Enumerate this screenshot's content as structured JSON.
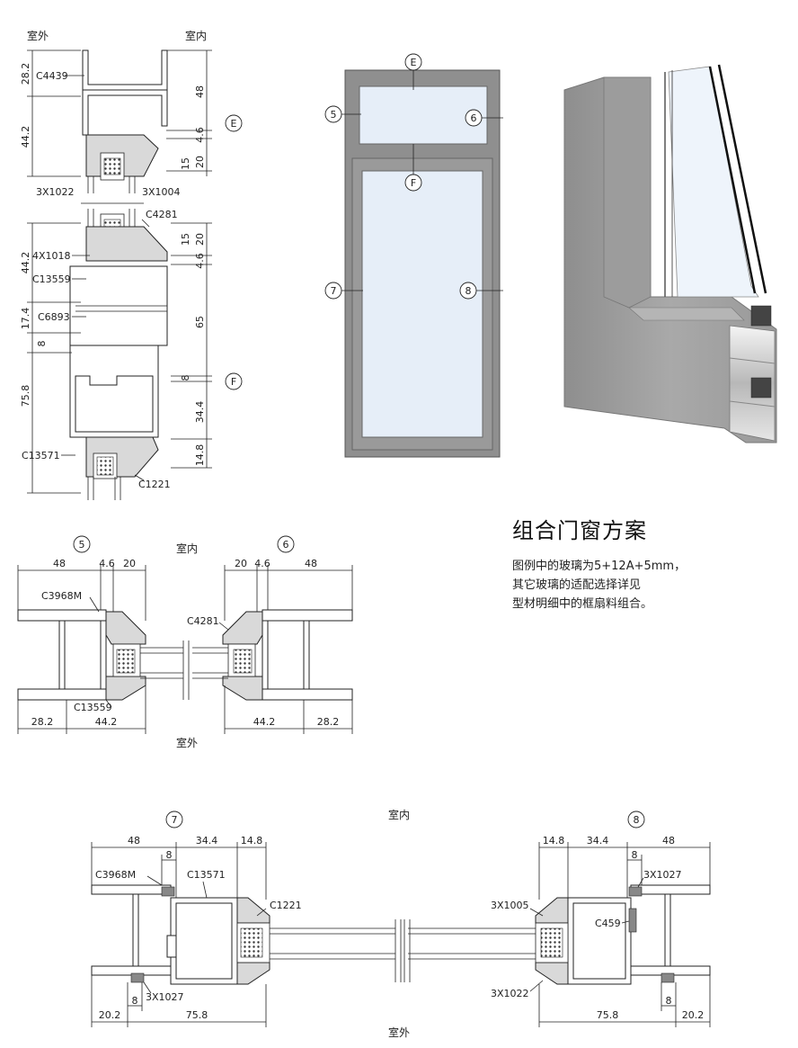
{
  "scheme": {
    "title": "组合门窗方案",
    "desc_lines": [
      "图例中的玻璃为5+12A+5mm，",
      "其它玻璃的适配选择详见",
      "型材明细中的框扇料组合。"
    ]
  },
  "common": {
    "outdoor": "室外",
    "indoor": "室内"
  },
  "vertical_section": {
    "top_dims": [
      "28.2",
      "44.2"
    ],
    "right_top_dims": [
      "48",
      "4.6",
      "20",
      "15"
    ],
    "left_mid_dims": [
      "44.2",
      "17.4",
      "8",
      "75.8"
    ],
    "right_mid_dims": [
      "15",
      "20",
      "4.6",
      "65",
      "8",
      "34.4",
      "14.8"
    ],
    "parts": {
      "c4439": "C4439",
      "x1022": "3X1022",
      "x1004": "3X1004",
      "c4281": "C4281",
      "x1018": "4X1018",
      "c13559": "C13559",
      "c6893": "C6893",
      "c13571": "C13571",
      "c1221": "C1221"
    },
    "markers": [
      "E",
      "F"
    ]
  },
  "elevation": {
    "markers": [
      "E",
      "5",
      "6",
      "F",
      "7",
      "8"
    ]
  },
  "section_56": {
    "markers": [
      "5",
      "6"
    ],
    "top_dims_left": [
      "48",
      "4.6",
      "20"
    ],
    "top_dims_right": [
      "20",
      "4.6",
      "48"
    ],
    "bottom_dims_left": [
      "28.2",
      "44.2"
    ],
    "bottom_dims_right": [
      "44.2",
      "28.2"
    ],
    "parts": {
      "c3968m": "C3968M",
      "c4281": "C4281",
      "c13559": "C13559"
    }
  },
  "section_78": {
    "markers": [
      "7",
      "8"
    ],
    "top_dims_left": [
      "48",
      "34.4",
      "14.8",
      "8"
    ],
    "top_dims_right": [
      "14.8",
      "34.4",
      "48",
      "8"
    ],
    "bottom_dims_left": [
      "20.2",
      "75.8",
      "8"
    ],
    "bottom_dims_right": [
      "75.8",
      "20.2",
      "8"
    ],
    "parts": {
      "c3968m": "C3968M",
      "c13571": "C13571",
      "c1221": "C1221",
      "x1027": "3X1027",
      "x1005": "3X1005",
      "c459": "C459",
      "x1022": "3X1022"
    }
  },
  "colors": {
    "frame": "#8f8f8f",
    "glass": "#e6eef8",
    "profile": "#ffffff"
  }
}
